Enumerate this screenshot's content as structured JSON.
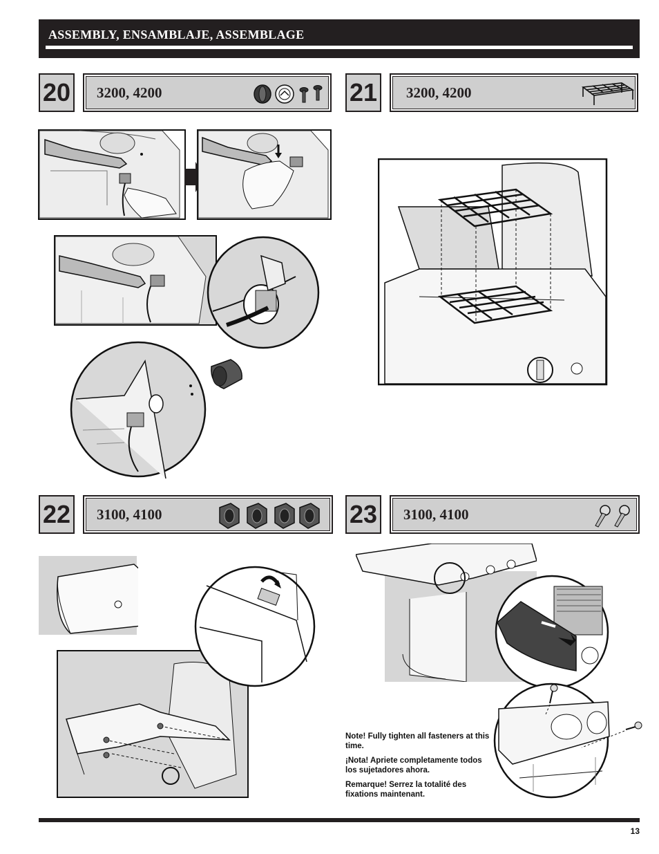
{
  "header": {
    "title": "ASSEMBLY, ENSAMBLAJE, ASSEMBLAGE"
  },
  "steps": [
    {
      "number": "20",
      "models": "3200, 4200",
      "parts_icons": [
        "control-knob-icon",
        "bezel-icon",
        "screw-icon",
        "screw-icon"
      ]
    },
    {
      "number": "21",
      "models": "3200, 4200",
      "parts_icons": [
        "cooking-grate-icon"
      ]
    },
    {
      "number": "22",
      "models": "3100, 4100",
      "parts_icons": [
        "flange-nut-icon",
        "flange-nut-icon",
        "flange-nut-icon",
        "flange-nut-icon"
      ]
    },
    {
      "number": "23",
      "models": "3100, 4100",
      "parts_icons": [
        "bolt-icon",
        "bolt-icon"
      ]
    }
  ],
  "notes": [
    "Note!  Fully tighten all fasteners at this time.",
    "¡Nota!  Apriete completamente todos los sujetadores ahora.",
    "Remarque!  Serrez la totalité des fixations maintenant."
  ],
  "page_number": "13"
}
